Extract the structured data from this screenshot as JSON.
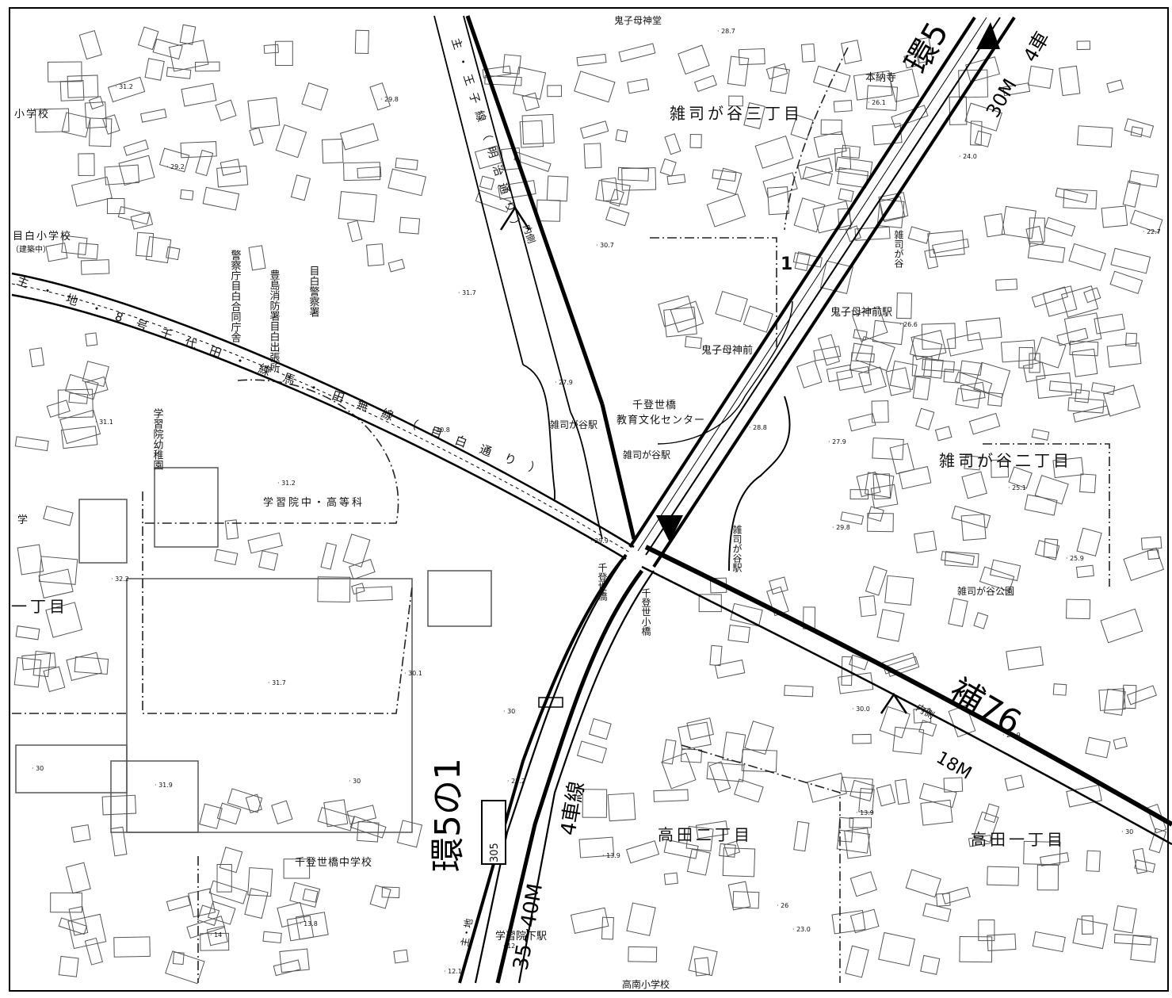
{
  "map": {
    "colors": {
      "background": "#ffffff",
      "block": "#555555",
      "boundary": "#222222",
      "road": "#000000",
      "text": "#111111"
    },
    "districts": {
      "zoshigaya3": "雑司が谷三丁目",
      "zoshigaya2": "雑司が谷二丁目",
      "takada2": "高田二丁目",
      "takada1": "高田一丁目",
      "block_number": "1",
      "chome1_partial": "一丁目"
    },
    "facilities": {
      "shogakko_top": "小学校",
      "mejiro_school": "目白小学校",
      "mejiro_school_note": "（建築中）",
      "police_joint": "警察庁目白合同庁舎",
      "fire_station": "豊島消防署目白出張所",
      "police_station": "目白警察署",
      "kindergarten": "学習院幼稚園",
      "highschool": "学習院中・高等科",
      "gaku_partial": "学",
      "honnoji": "本納寺",
      "kishimojin_top": "鬼子母神堂",
      "kishimojin_station": "鬼子母神前駅",
      "kishimojin_mae": "鬼子母神前",
      "education_center_1": "千登世橋",
      "education_center_2": "教育文化センター",
      "zoshigaya_station_top": "雑司が谷駅",
      "zoshigaya_station_main": "雑司が谷駅",
      "zoshigaya_vertical": "雑司が谷",
      "zoshigaya_station_vertical": "雑司が谷駅",
      "park": "雑司が谷公園",
      "chitose_bridge": "千登世橋",
      "chitose_small_bridge": "千登世小橋",
      "chitose_junior": "千登世橋中学校",
      "gakushuin_station": "学習院下駅",
      "konan_school": "高南小学校"
    },
    "roads": {
      "kan5": "環5",
      "kan5_width": "30M",
      "kan5_lanes": "4車",
      "kan5no1": "環5の1",
      "kan5no1_width": "35~40M",
      "kan5no1_lanes": "4車線",
      "ho76": "補76",
      "ho76_width": "18M",
      "meiji_dori": "主・王子線（明治通り）",
      "mejiro_dori_a": "主・地・8号千代田・練馬・田無線（目白通り）",
      "inner_marker": "内側",
      "inner_marker_2": "内側",
      "box_number": "305",
      "shu_chi": "主・地"
    },
    "elevations": [
      "28.7",
      "31.2",
      "29.2",
      "29.8",
      "26.1",
      "24.0",
      "22.7",
      "30.7",
      "31.7",
      "31.2",
      "31.1",
      "30.8",
      "27.9",
      "28.8",
      "27.9",
      "25.1",
      "25.9",
      "29.8",
      "29.9",
      "30.1",
      "32.2",
      "31.7",
      "31.9",
      "30",
      "30",
      "27.2",
      "30.0",
      "29.9",
      "30",
      "23.0",
      "26",
      "13.8",
      "14",
      "12.1",
      "12",
      "13.9",
      "13.9",
      "26.6",
      "30"
    ]
  }
}
